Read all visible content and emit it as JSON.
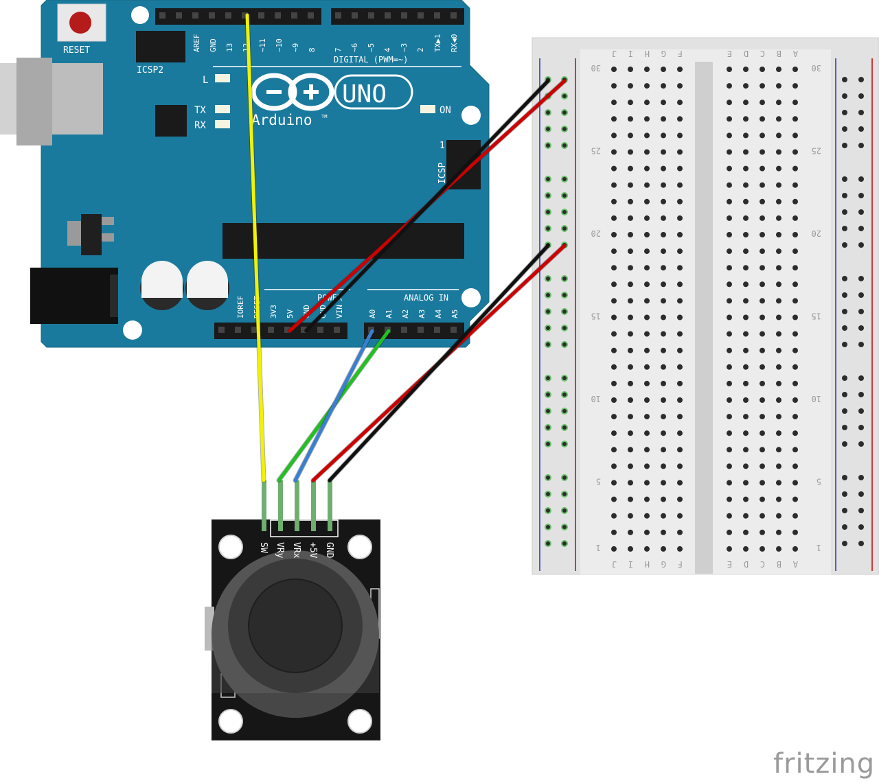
{
  "arduino": {
    "reset_label": "RESET",
    "icsp2_label": "ICSP2",
    "icsp_label": "ICSP",
    "icsp_pin1": "1",
    "digital_label": "DIGITAL (PWM=~)",
    "model_label": "UNO",
    "brand_label": "Arduino",
    "trademark": "TM",
    "led_l": "L",
    "led_tx": "TX",
    "led_rx": "RX",
    "led_on": "ON",
    "analog_in_label": "ANALOG IN",
    "power_label": "POWER",
    "digital_pins": [
      "AREF",
      "GND",
      "13",
      "12",
      "~11",
      "~10",
      "~9",
      "8",
      "7",
      "~6",
      "~5",
      "4",
      "~3",
      "2",
      "TX▶1",
      "RX◀0"
    ],
    "power_pins": [
      "IOREF",
      "RESET",
      "3V3",
      "5V",
      "GND",
      "GND",
      "VIN"
    ],
    "analog_pins": [
      "A0",
      "A1",
      "A2",
      "A3",
      "A4",
      "A5"
    ]
  },
  "joystick": {
    "pins": [
      "SW",
      "VRy",
      "VRx",
      "+5V",
      "GND"
    ]
  },
  "breadboard": {
    "column_letters_left": [
      "J",
      "I",
      "H",
      "G",
      "F"
    ],
    "column_letters_right": [
      "E",
      "D",
      "C",
      "B",
      "A"
    ],
    "row_numbers": [
      "30",
      "25",
      "20",
      "15",
      "10",
      "5",
      "1"
    ]
  },
  "wires": [
    {
      "name": "sw-to-pin12",
      "color": "#f2f200"
    },
    {
      "name": "vry-to-a1",
      "color": "#22c022"
    },
    {
      "name": "vrx-to-a0",
      "color": "#3a7fd0"
    },
    {
      "name": "vcc-to-breadboard",
      "color": "#cc0000"
    },
    {
      "name": "gnd-to-breadboard",
      "color": "#111111"
    },
    {
      "name": "5v-to-rail",
      "color": "#cc0000"
    },
    {
      "name": "gnd-to-rail",
      "color": "#111111"
    }
  ],
  "colors": {
    "board": "#1a7a9e",
    "breadboard": "#e4e4e4",
    "rail_red": "#cc0000",
    "rail_blue": "#2233aa"
  },
  "watermark": "fritzing"
}
